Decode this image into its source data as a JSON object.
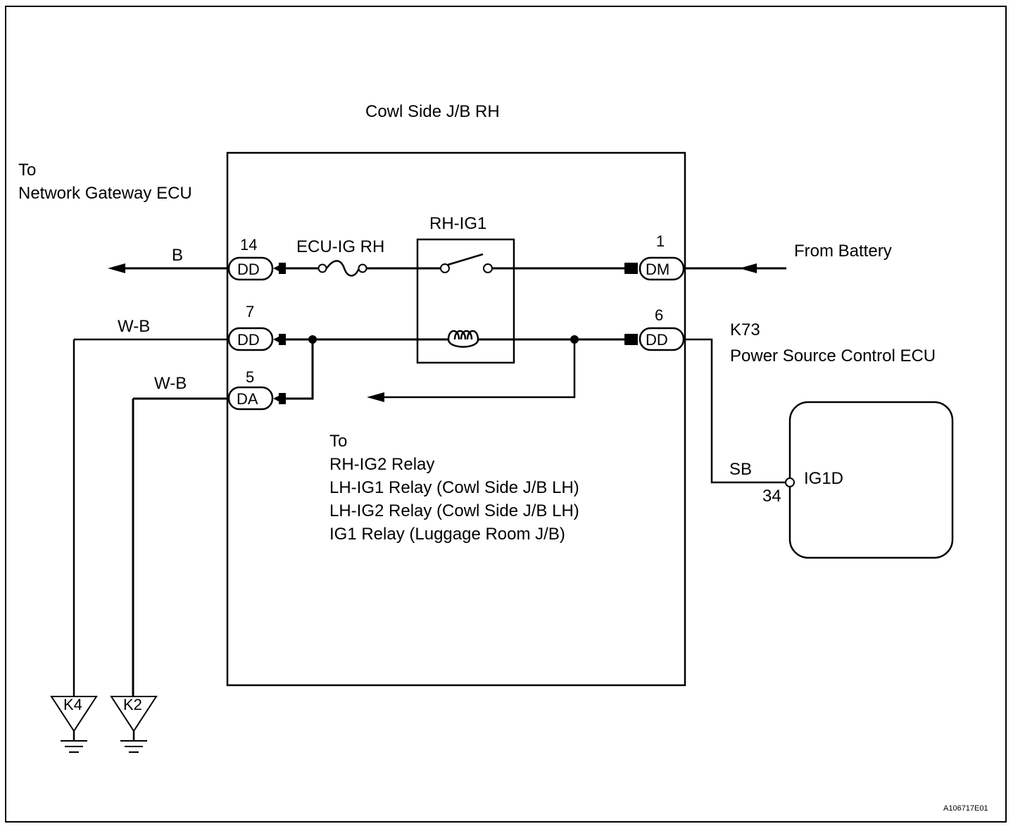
{
  "title": "Cowl Side J/B RH",
  "labels": {
    "network_to": "To",
    "network_name": "Network Gateway ECU",
    "fuse": "ECU-IG RH",
    "relay": "RH-IG1",
    "from_battery": "From Battery",
    "ecu_code": "K73",
    "ecu_name": "Power Source Control ECU",
    "ecu_pin_name": "IG1D",
    "ecu_pin_number": "34",
    "to_list": [
      "To",
      "RH-IG2 Relay",
      "LH-IG1 Relay (Cowl Side J/B LH)",
      "LH-IG2 Relay (Cowl Side J/B LH)",
      "IG1 Relay (Luggage Room J/B)"
    ],
    "figure_code": "A106717E01"
  },
  "connectors": {
    "c14": {
      "pin": "14",
      "name": "DD"
    },
    "c7": {
      "pin": "7",
      "name": "DD"
    },
    "c5": {
      "pin": "5",
      "name": "DA"
    },
    "c1": {
      "pin": "1",
      "name": "DM"
    },
    "c6": {
      "pin": "6",
      "name": "DD"
    }
  },
  "wires": {
    "b": "B",
    "wb1": "W-B",
    "wb2": "W-B",
    "sb": "SB"
  },
  "grounds": {
    "g1": "K4",
    "g2": "K2"
  }
}
